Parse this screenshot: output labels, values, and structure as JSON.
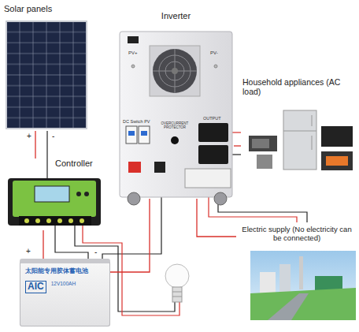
{
  "diagram": {
    "nodes": [
      {
        "text": [
          "Solar panels"
        ]
      },
      {
        "text": [
          "Inverter"
        ]
      },
      {
        "text": [
          "Household appliances (AC load)"
        ]
      },
      {
        "text": [
          "Controller"
        ]
      },
      {
        "text": [
          "Electric supply (No electricity can be connected)"
        ]
      },
      {
        "text": [
          "太阳能专用胶体蓄电池",
          "AIC",
          "12V100AH"
        ]
      }
    ],
    "edges": [
      {
        "from": 0,
        "to": 3,
        "arrow": "none"
      },
      {
        "from": 3,
        "to": 5,
        "arrow": "none"
      },
      {
        "from": 5,
        "to": 1,
        "arrow": "none"
      },
      {
        "from": 1,
        "to": 2,
        "arrow": "none"
      },
      {
        "from": 4,
        "to": 1,
        "arrow": "none"
      }
    ],
    "labels": [
      "+",
      "-",
      "+",
      "-",
      "PV+",
      "PV-",
      "DC Switch PV",
      "OVERCURRENT PROTECTOR",
      "OUTPUT"
    ]
  }
}
